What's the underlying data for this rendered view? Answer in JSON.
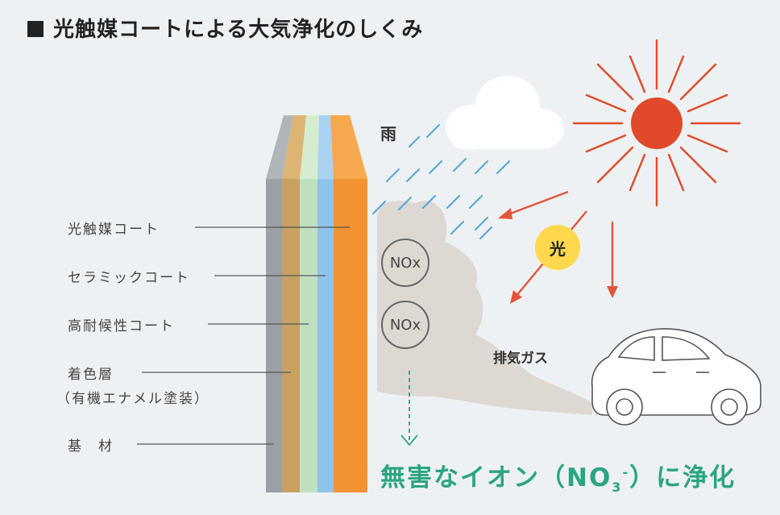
{
  "title": "光触媒コートによる大気浄化のしくみ",
  "layers": {
    "photocatalyst": "光触媒コート",
    "ceramic": "セラミックコート",
    "weather_resistant": "高耐候性コート",
    "colored_1": "着色層",
    "colored_2": "（有機エナメル塗装）",
    "base": "基　材"
  },
  "labels": {
    "rain": "雨",
    "light": "光",
    "exhaust": "排気ガス",
    "nox_1": "NOx",
    "nox_2": "NOx"
  },
  "result": {
    "prefix": "無害なイオン（NO",
    "sub": "3",
    "sup": "-",
    "suffix": "）に浄化"
  },
  "colors": {
    "accent_green": "#2aa583",
    "sun_red": "#e04a2a",
    "arrow_red": "#e2553a",
    "rain_blue": "#5ba9d6",
    "light_yellow": "#ffd84d",
    "layer_gray": "#9aa0a6",
    "layer_tan": "#c8a060",
    "layer_green": "#bfe0c0",
    "layer_blue": "#8ec4ea",
    "layer_orange": "#f39233",
    "smoke": "#ded8d2"
  }
}
